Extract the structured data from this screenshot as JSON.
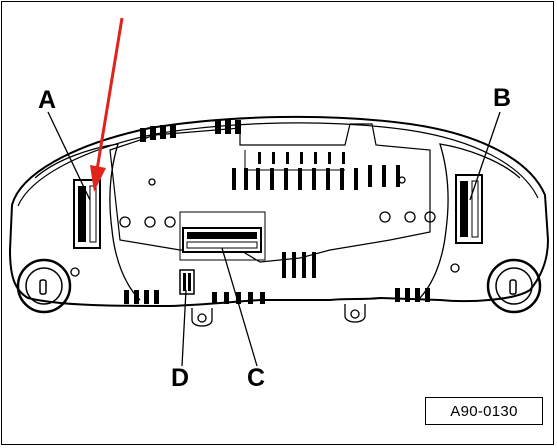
{
  "callouts": {
    "a": "A",
    "b": "B",
    "c": "C",
    "d": "D"
  },
  "figure_id": "A90-0130",
  "colors": {
    "ink": "#000000",
    "arrow": "#e0241b",
    "background": "#ffffff"
  }
}
